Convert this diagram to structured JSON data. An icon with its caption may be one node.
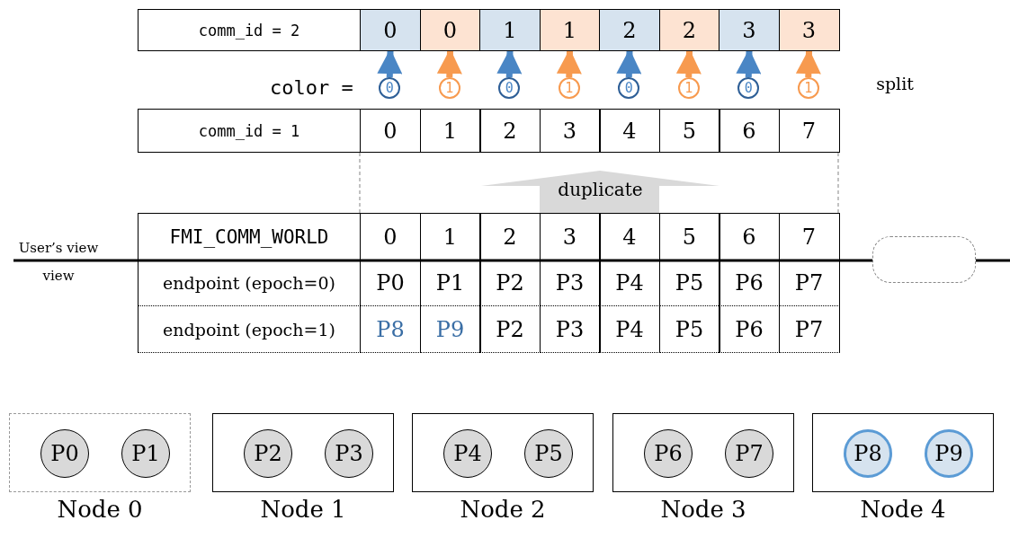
{
  "diagram": {
    "nodes": [
      {
        "text": [
          "0"
        ]
      },
      {
        "text": [
          "0"
        ]
      },
      {
        "text": [
          "1"
        ]
      },
      {
        "text": [
          "1"
        ]
      },
      {
        "text": [
          "2"
        ]
      },
      {
        "text": [
          "2"
        ]
      },
      {
        "text": [
          "3"
        ]
      },
      {
        "text": [
          "3"
        ]
      },
      {
        "text": [
          "0"
        ]
      },
      {
        "text": [
          "1"
        ]
      },
      {
        "text": [
          "0"
        ]
      },
      {
        "text": [
          "1"
        ]
      },
      {
        "text": [
          "0"
        ]
      },
      {
        "text": [
          "1"
        ]
      },
      {
        "text": [
          "0"
        ]
      },
      {
        "text": [
          "1"
        ]
      },
      {
        "text": [
          "duplicate"
        ]
      },
      {
        "text": [],
        "shape": "box"
      },
      {
        "text": [
          "Node 0"
        ]
      },
      {
        "text": [
          "Node 1"
        ]
      },
      {
        "text": [
          "Node 2"
        ]
      },
      {
        "text": [
          "Node 3"
        ]
      },
      {
        "text": [
          "Node 4"
        ]
      },
      {
        "text": [
          "P0"
        ],
        "in": 18
      },
      {
        "text": [
          "P1"
        ],
        "in": 18
      },
      {
        "text": [
          "P2"
        ],
        "in": 19
      },
      {
        "text": [
          "P3"
        ],
        "in": 19
      },
      {
        "text": [
          "P4"
        ],
        "in": 20
      },
      {
        "text": [
          "P5"
        ],
        "in": 20
      },
      {
        "text": [
          "P6"
        ],
        "in": 21
      },
      {
        "text": [
          "P7"
        ],
        "in": 21
      },
      {
        "text": [
          "P8"
        ],
        "in": 22
      },
      {
        "text": [
          "P9"
        ],
        "in": 22
      }
    ],
    "edges": [
      {
        "from": 8,
        "to": 0,
        "arrow": "to",
        "color": "#4a86c5"
      },
      {
        "from": 9,
        "to": 1,
        "arrow": "to",
        "color": "#f79a4f"
      },
      {
        "from": 10,
        "to": 2,
        "arrow": "to",
        "color": "#4a86c5"
      },
      {
        "from": 11,
        "to": 3,
        "arrow": "to",
        "color": "#f79a4f"
      },
      {
        "from": 12,
        "to": 4,
        "arrow": "to",
        "color": "#4a86c5"
      },
      {
        "from": 13,
        "to": 5,
        "arrow": "to",
        "color": "#f79a4f"
      },
      {
        "from": 14,
        "to": 6,
        "arrow": "to",
        "color": "#4a86c5"
      },
      {
        "from": 15,
        "to": 7,
        "arrow": "to",
        "color": "#f79a4f"
      }
    ],
    "labels": [
      "comm_id = 2",
      "color =",
      "split",
      "comm_id = 1",
      "0",
      "1",
      "2",
      "3",
      "4",
      "5",
      "6",
      "7",
      "FMI_COMM_WORLD",
      "0",
      "1",
      "2",
      "3",
      "4",
      "5",
      "6",
      "7",
      "User’s view",
      "view",
      "endpoint (epoch=0)",
      "P0",
      "P1",
      "P2",
      "P3",
      "P4",
      "P5",
      "P6",
      "P7",
      "endpoint (epoch=1)",
      "P8",
      "P9",
      "P2",
      "P3",
      "P4",
      "P5",
      "P6",
      "P7"
    ]
  }
}
